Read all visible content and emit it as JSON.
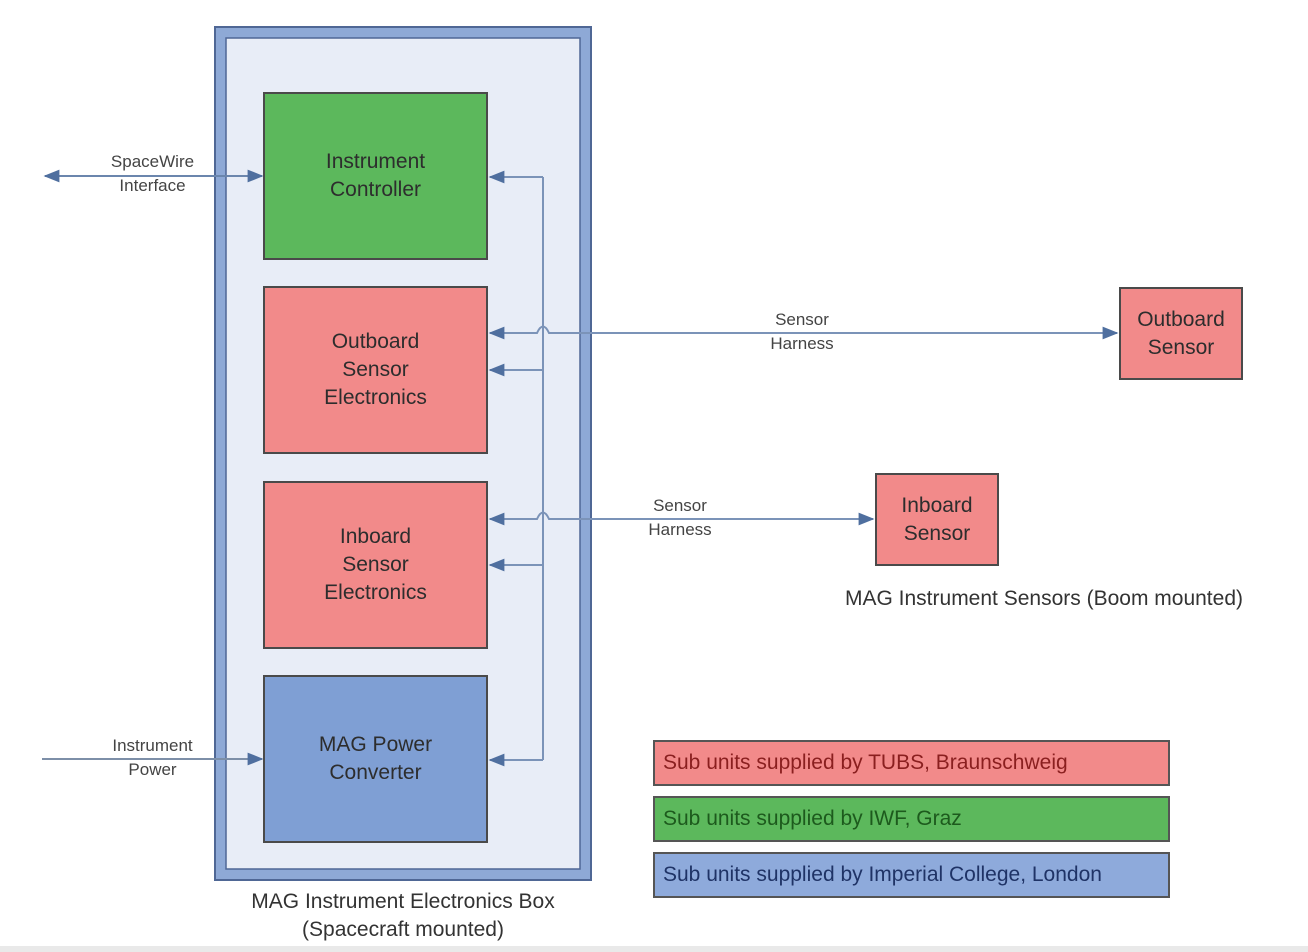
{
  "diagram": {
    "electronics_box": {
      "caption_line1": "MAG Instrument Electronics Box",
      "caption_line2": "(Spacecraft mounted)"
    },
    "units": [
      {
        "id": "instrument-controller",
        "line1": "Instrument",
        "line2": "Controller",
        "line3": "",
        "supplier": "IWF"
      },
      {
        "id": "outboard-sensor-electronics",
        "line1": "Outboard",
        "line2": "Sensor",
        "line3": "Electronics",
        "supplier": "TUBS"
      },
      {
        "id": "inboard-sensor-electronics",
        "line1": "Inboard",
        "line2": "Sensor",
        "line3": "Electronics",
        "supplier": "TUBS"
      },
      {
        "id": "mag-power-converter",
        "line1": "MAG Power",
        "line2": "Converter",
        "line3": "",
        "supplier": "Imperial"
      }
    ],
    "sensors": {
      "outboard": {
        "line1": "Outboard",
        "line2": "Sensor"
      },
      "inboard": {
        "line1": "Inboard",
        "line2": "Sensor"
      },
      "caption": "MAG Instrument Sensors (Boom mounted)"
    },
    "connections": {
      "spacewire": {
        "line1": "SpaceWire",
        "line2": "Interface"
      },
      "power": {
        "line1": "Instrument",
        "line2": "Power"
      },
      "outboard_harness": {
        "line1": "Sensor",
        "line2": "Harness"
      },
      "inboard_harness": {
        "line1": "Sensor",
        "line2": "Harness"
      }
    },
    "legend": [
      {
        "label": "Sub units supplied by TUBS, Braunschweig",
        "color": "#f28a8a"
      },
      {
        "label": "Sub units supplied by IWF, Graz",
        "color": "#5cb85c"
      },
      {
        "label": "Sub units supplied by Imperial College, London",
        "color": "#7f9fd4"
      }
    ],
    "colors": {
      "tubs": "#f28a8a",
      "iwf": "#5cb85c",
      "imperial": "#7f9fd4",
      "box_fill": "#e8edf7",
      "box_border": "#7f9fd4",
      "line": "#5a7fb0"
    }
  }
}
